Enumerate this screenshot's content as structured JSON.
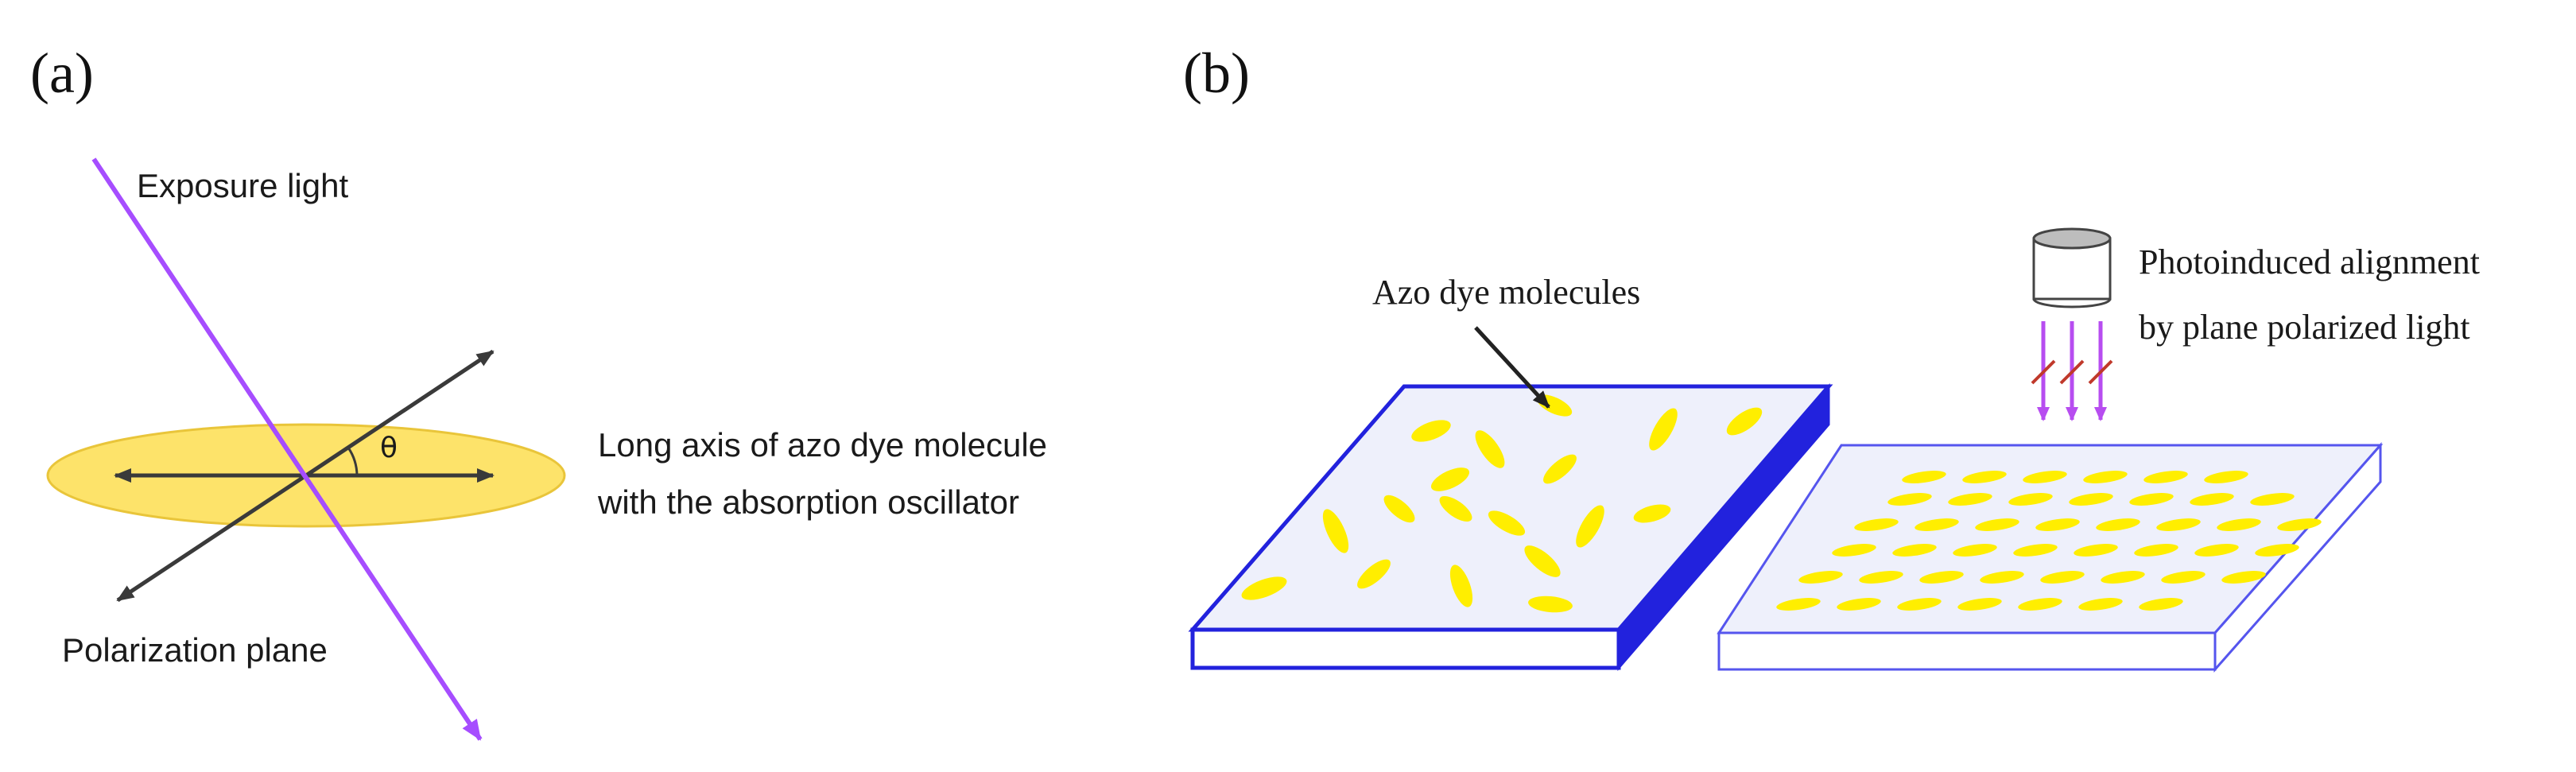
{
  "panel_a": {
    "label": "(a)",
    "exposure_light": "Exposure light",
    "angle_symbol": "θ",
    "long_axis_line1": "Long axis of azo dye molecule",
    "long_axis_line2": "with the absorption oscillator",
    "polarization_plane": "Polarization plane"
  },
  "panel_b": {
    "label": "(b)",
    "azo_dye_molecules": "Azo dye molecules",
    "photoinduced_line1": "Photoinduced alignment",
    "photoinduced_line2": "by plane polarized light"
  },
  "colors": {
    "light_ray": "#a64dff",
    "ellipse_fill": "#fde36a",
    "ellipse_stroke": "#e9c53a",
    "axis_arrows": "#3a3a3a",
    "substrate_edge": "#2222dd",
    "substrate_fill": "#eef0fb",
    "molecule": "#ffee00",
    "polarized_arrow": "#b74df0",
    "polarization_mark": "#c0392b",
    "lamp_top": "#bdbdbd"
  }
}
